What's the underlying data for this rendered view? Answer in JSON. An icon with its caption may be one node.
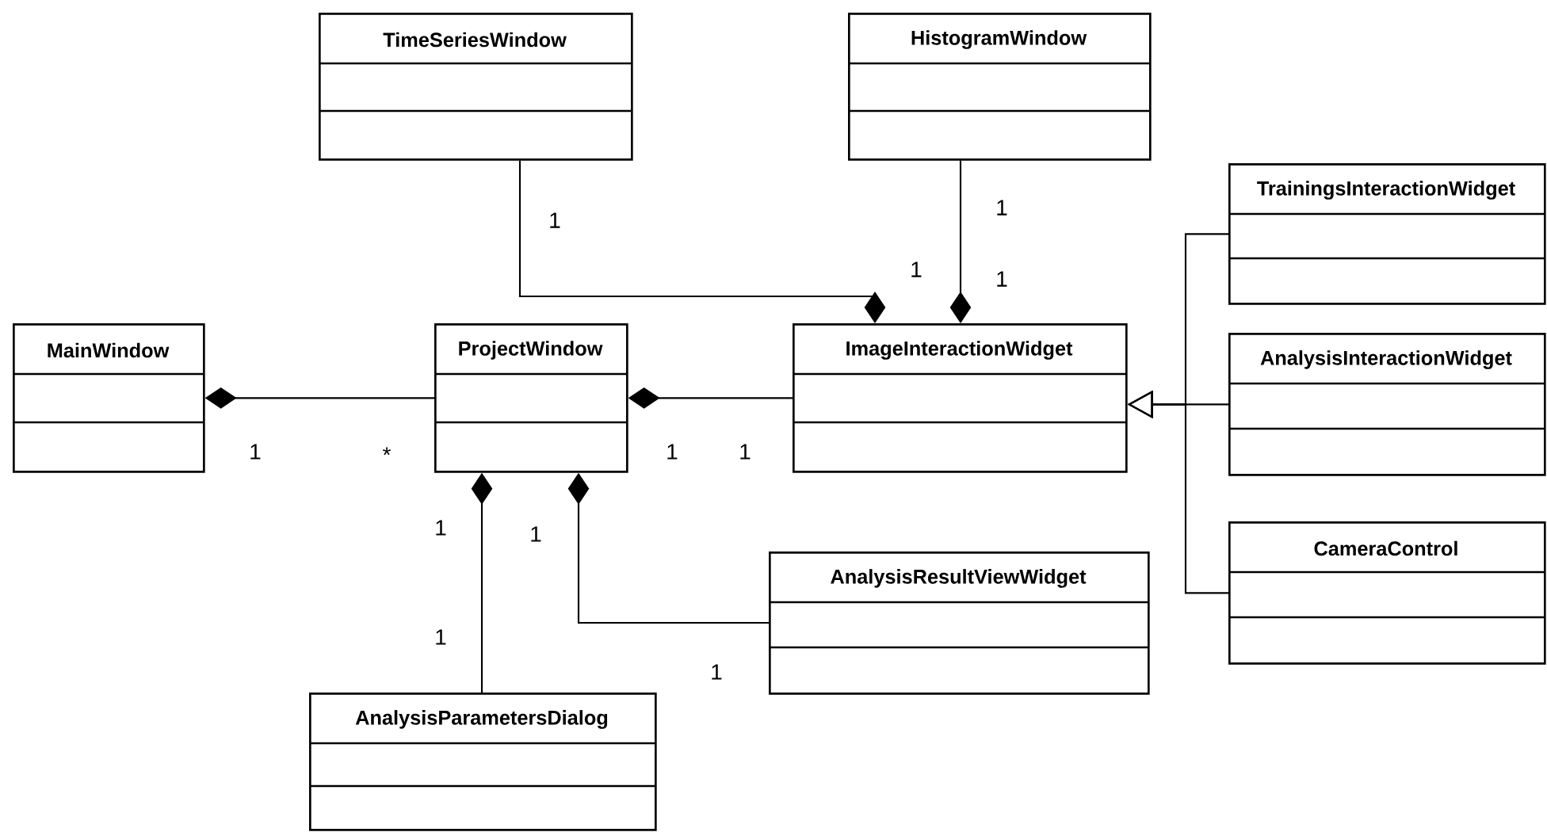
{
  "diagram": {
    "nodes": [
      {
        "text": [
          "TimeSeriesWindow"
        ]
      },
      {
        "text": [
          "HistogramWindow"
        ]
      },
      {
        "text": [
          "MainWindow"
        ]
      },
      {
        "text": [
          "ProjectWindow"
        ]
      },
      {
        "text": [
          "ImageInteractionWidget"
        ]
      },
      {
        "text": [
          "TrainingsInteractionWidget"
        ]
      },
      {
        "text": [
          "AnalysisInteractionWidget"
        ]
      },
      {
        "text": [
          "CameraControl"
        ]
      },
      {
        "text": [
          "AnalysisResultViewWidget"
        ]
      },
      {
        "text": [
          "AnalysisParametersDialog"
        ]
      }
    ],
    "edges": [
      {
        "from": 0,
        "to": 4,
        "arrow": "other"
      },
      {
        "from": 1,
        "to": 4,
        "arrow": "other"
      },
      {
        "from": 3,
        "to": 2,
        "arrow": "other"
      },
      {
        "from": 4,
        "to": 3,
        "arrow": "other"
      },
      {
        "from": 9,
        "to": 3,
        "arrow": "other"
      },
      {
        "from": 8,
        "to": 3,
        "arrow": "other"
      },
      {
        "from": 5,
        "to": 4,
        "arrow": "to"
      },
      {
        "from": 6,
        "to": 4,
        "arrow": "to"
      },
      {
        "from": 7,
        "to": 4,
        "arrow": "to"
      }
    ],
    "labels": [
      "1",
      "1",
      "1",
      "1",
      "1",
      "*",
      "1",
      "1",
      "1",
      "1",
      "1",
      "1"
    ]
  }
}
